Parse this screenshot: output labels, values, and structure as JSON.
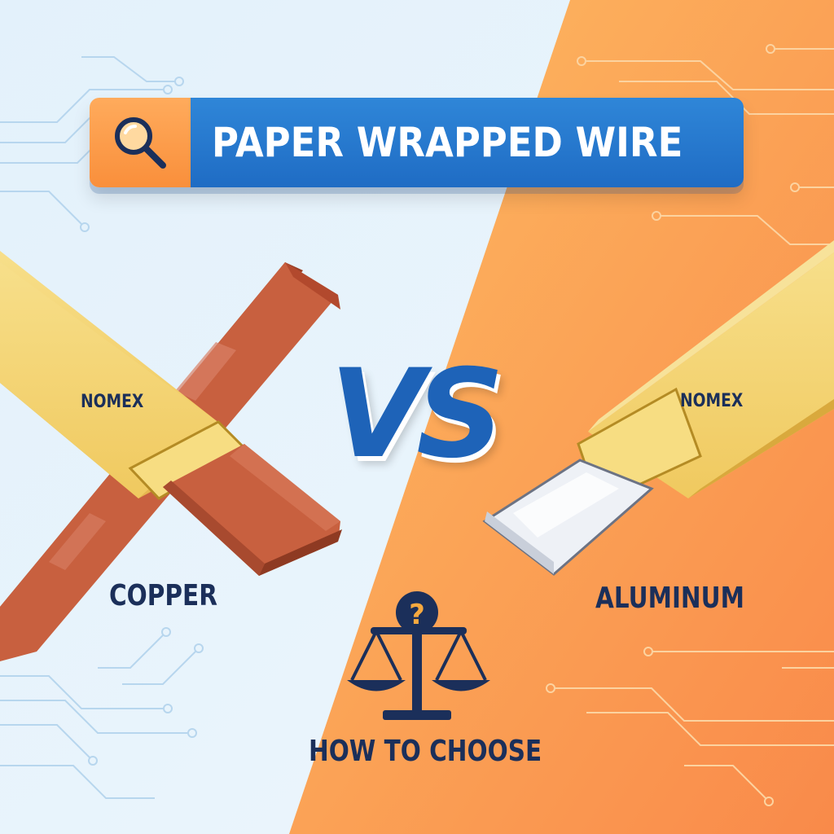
{
  "title": "PAPER WRAPPED WIRE",
  "vs": "VS",
  "left": {
    "material": "COPPER",
    "insulation": "NOMEX"
  },
  "right": {
    "material": "ALUMINUM",
    "insulation": "NOMEX"
  },
  "footer": "HOW TO CHOOSE",
  "colors": {
    "left_background": "#e6f3fb",
    "right_background": "#f9a24e",
    "title_bar": "#1f6cc4",
    "search_box": "#f98f3b",
    "vs_text": "#1e63b8",
    "label_text": "#1b2f5a",
    "paper": "#f3d374",
    "copper": "#c45d3e",
    "aluminum": "#e8ebf1"
  },
  "icons": [
    "magnifier-icon",
    "balance-scale-icon",
    "question-mark-icon",
    "circuit-lines"
  ]
}
